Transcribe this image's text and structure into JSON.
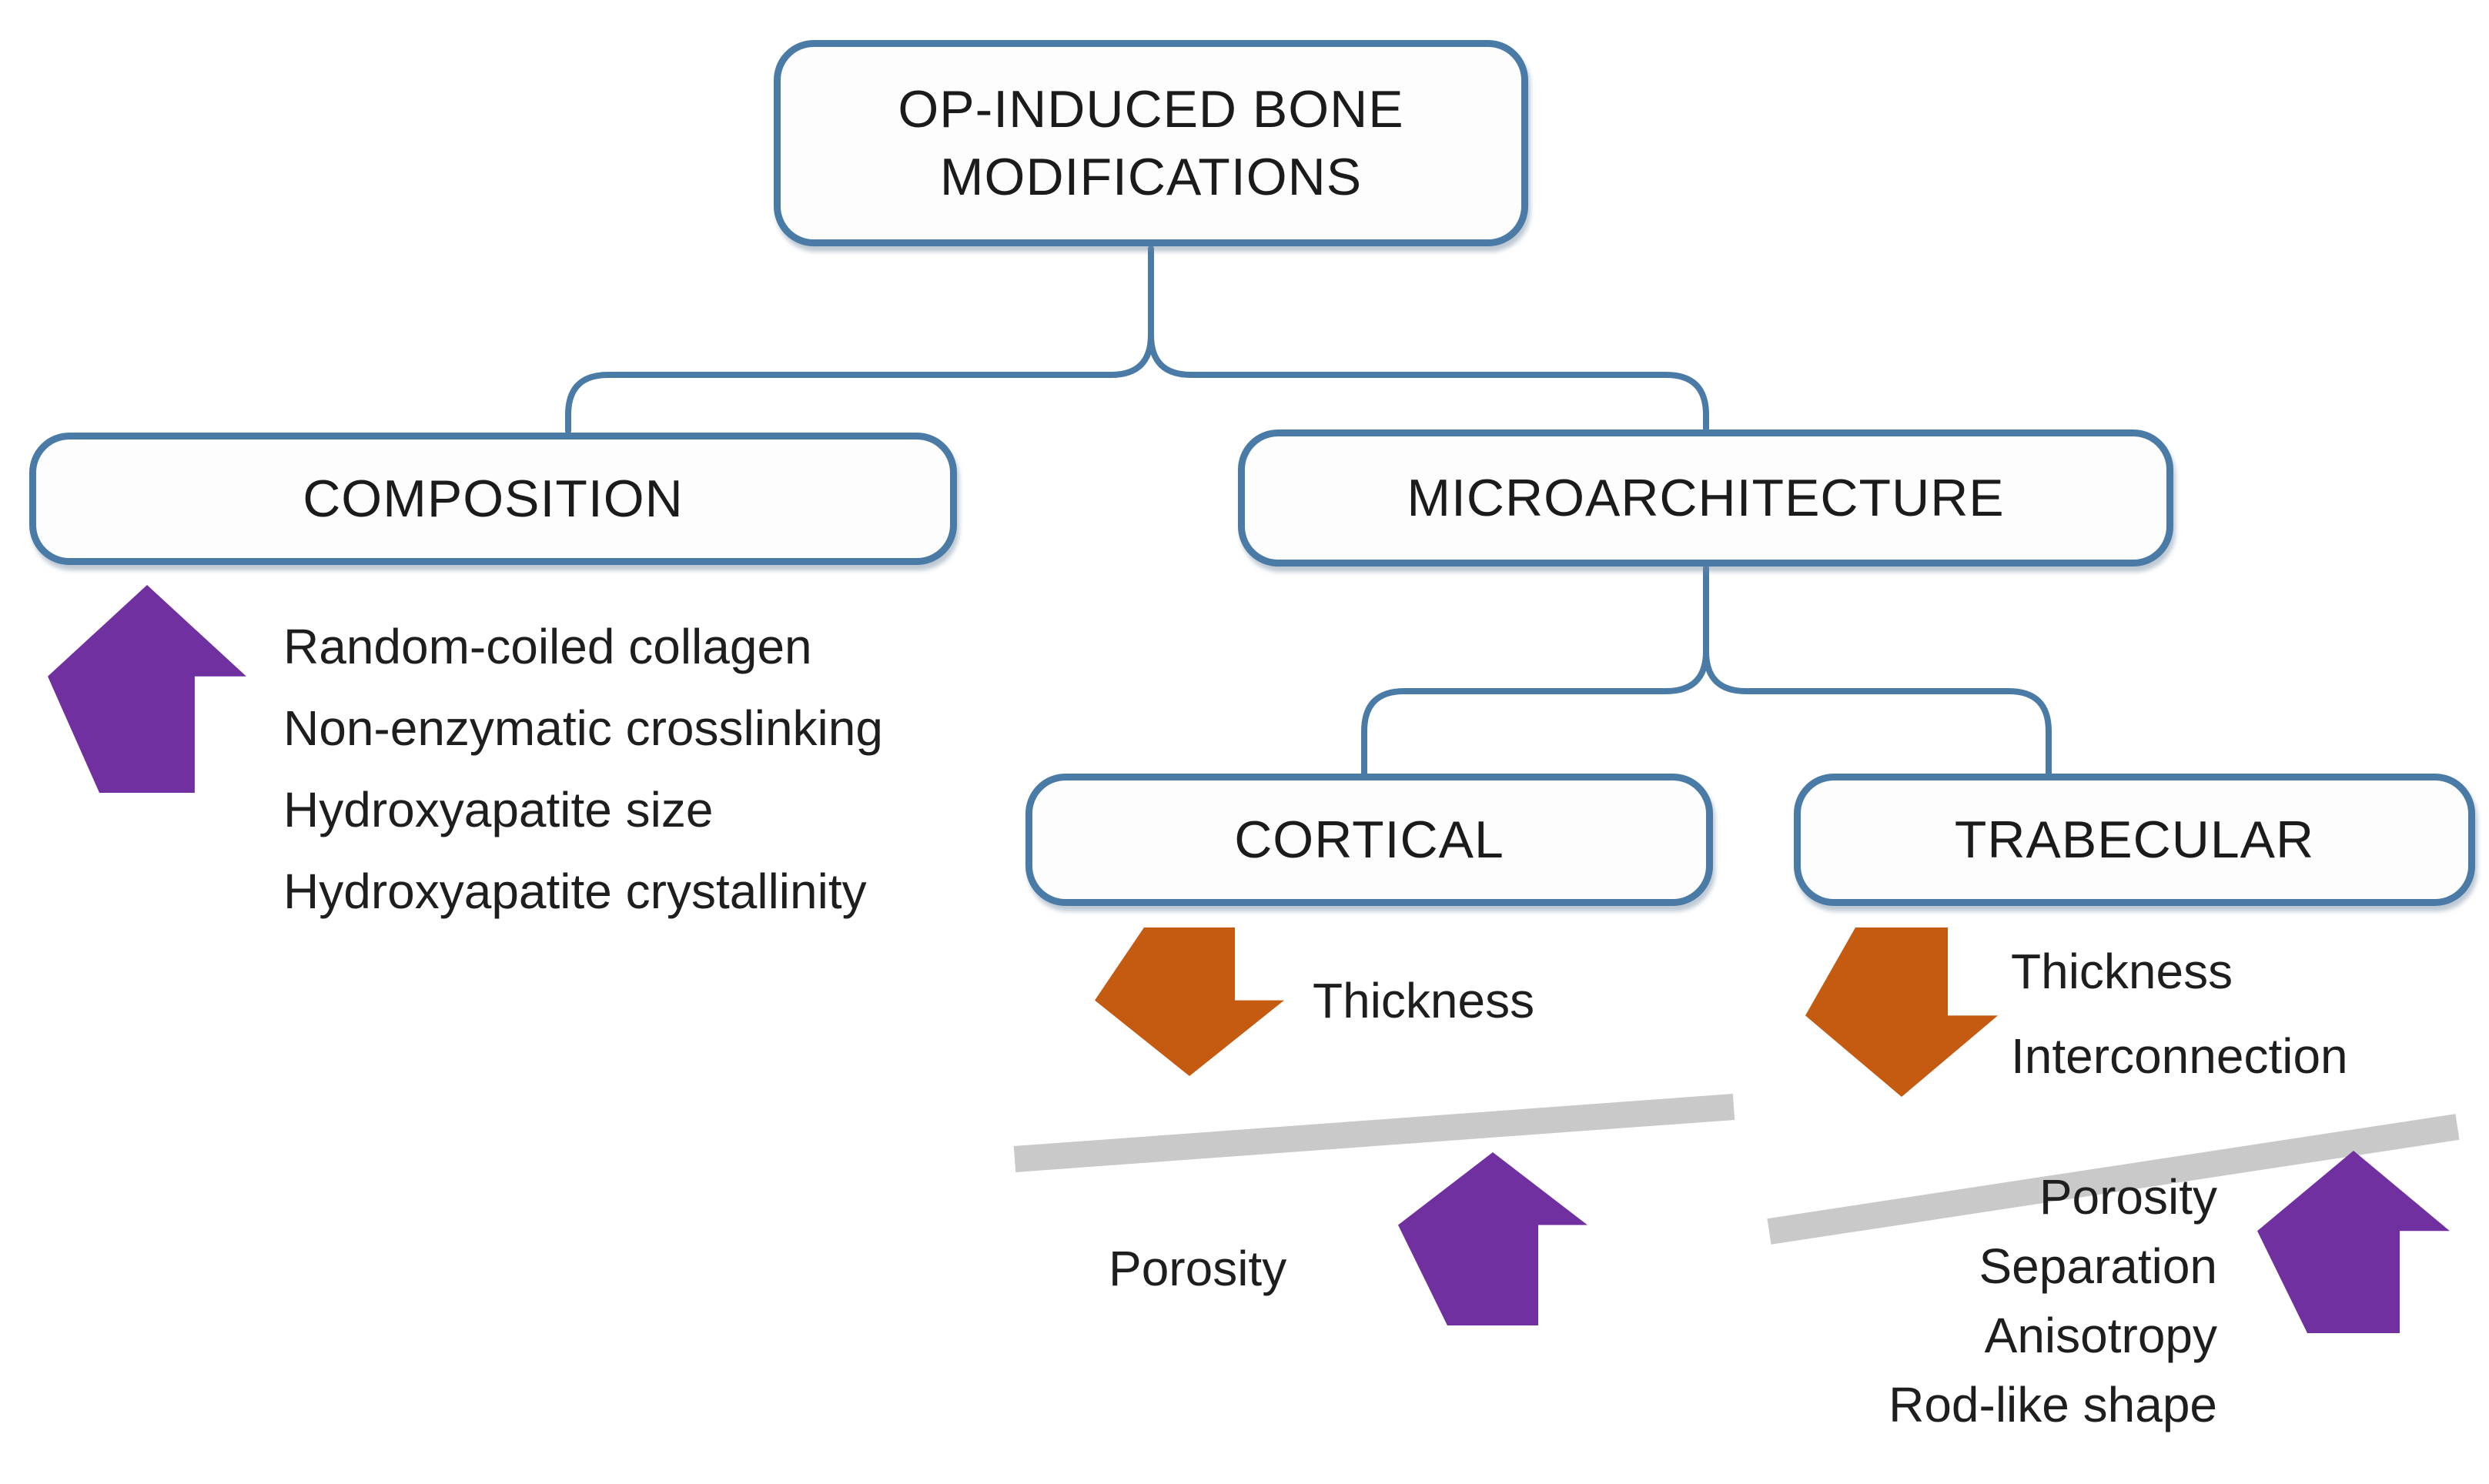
{
  "title": "OP-INDUCED BONE MODIFICATIONS",
  "tree": {
    "root": {
      "label": "OP-INDUCED BONE MODIFICATIONS"
    },
    "composition": {
      "label": "COMPOSITION",
      "increased": [
        "Random-coiled collagen",
        "Non-enzymatic crosslinking",
        "Hydroxyapatite size",
        "Hydroxyapatite crystallinity"
      ]
    },
    "microarchitecture": {
      "label": "MICROARCHITECTURE",
      "cortical": {
        "label": "CORTICAL",
        "decreased": [
          "Thickness"
        ],
        "increased": [
          "Porosity"
        ]
      },
      "trabecular": {
        "label": "TRABECULAR",
        "decreased": [
          "Thickness",
          "Interconnection"
        ],
        "increased": [
          "Porosity",
          "Separation",
          "Anisotropy",
          "Rod-like shape"
        ]
      }
    }
  },
  "icons": {
    "increase_arrow": "up-block-arrow",
    "decrease_arrow": "down-block-arrow",
    "seesaw_bar": "tilted-gray-bar"
  },
  "colors": {
    "background": "#ffffff",
    "box_border": "#4a7ba6",
    "text": "#1e1e1e",
    "increase_arrow": "#7030a0",
    "decrease_arrow": "#c55a11",
    "seesaw_bar": "#c9c9c9"
  }
}
